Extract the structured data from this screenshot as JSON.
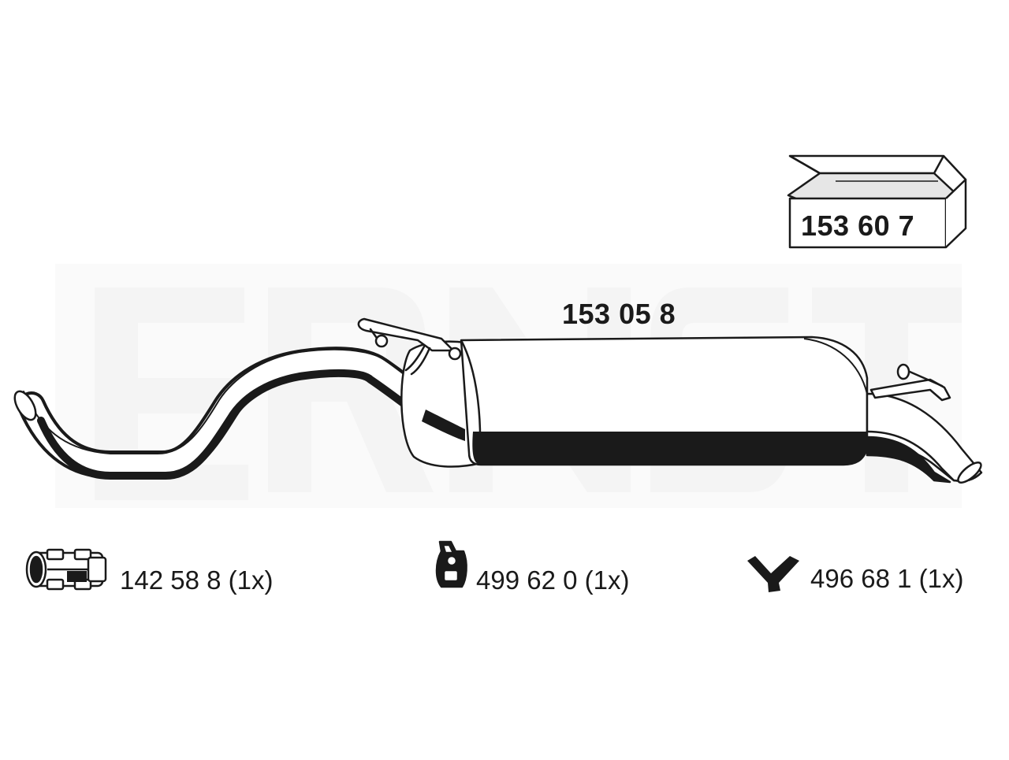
{
  "watermark": {
    "text": "ERNST",
    "color": "#f4f4f4"
  },
  "main_part": {
    "number": "153 05 8",
    "name": "muffler-with-pipe"
  },
  "kit": {
    "number": "153 60 7",
    "icon": "box-icon"
  },
  "accessories": [
    {
      "number": "142 58 8 (1x)",
      "icon": "pipe-clamp-icon"
    },
    {
      "number": "499 62 0  (1x)",
      "icon": "rubber-hanger-icon"
    },
    {
      "number": "496 68 1 (1x)",
      "icon": "y-bracket-icon"
    }
  ],
  "colors": {
    "line": "#1a1a1a",
    "fill": "#ffffff"
  }
}
